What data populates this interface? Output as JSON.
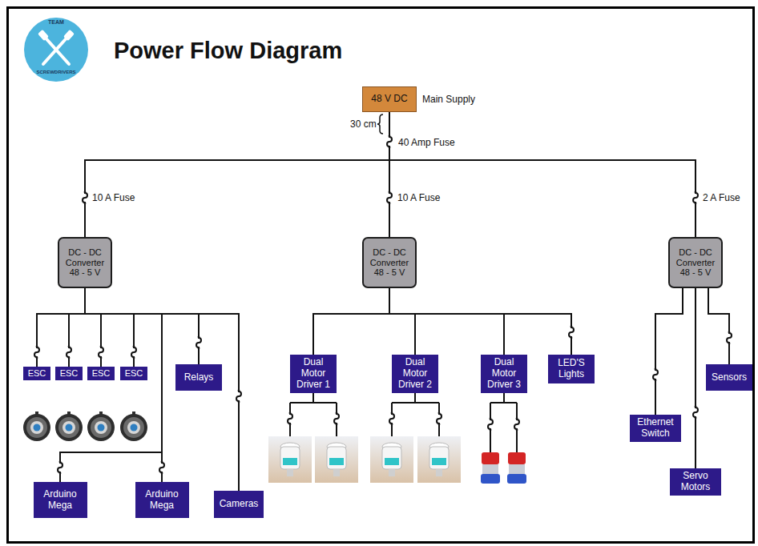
{
  "diagram": {
    "title": "Power Flow Diagram",
    "nodes": [
      {
        "text": [
          "48 V DC"
        ]
      },
      {
        "text": [
          "DC - DC Converter 48 - 5 V"
        ]
      },
      {
        "text": [
          "DC - DC Converter 48 - 5 V"
        ]
      },
      {
        "text": [
          "DC - DC Converter 48 - 5 V"
        ]
      },
      {
        "text": [
          "ESC"
        ]
      },
      {
        "text": [
          "ESC"
        ]
      },
      {
        "text": [
          "ESC"
        ]
      },
      {
        "text": [
          "ESC"
        ]
      },
      {
        "text": [
          "Relays"
        ]
      },
      {
        "text": [
          "Dual Motor Driver 1"
        ]
      },
      {
        "text": [
          "Dual Motor Driver 2"
        ]
      },
      {
        "text": [
          "Dual Motor Driver 3"
        ]
      },
      {
        "text": [
          "LED'S Lights"
        ]
      },
      {
        "text": [
          "Sensors"
        ]
      },
      {
        "text": [
          "Ethernet Switch"
        ]
      },
      {
        "text": [
          "Arduino Mega"
        ]
      },
      {
        "text": [
          "Arduino Mega"
        ]
      },
      {
        "text": [
          "Servo Motors"
        ]
      },
      {
        "text": [
          "Cameras"
        ]
      }
    ],
    "edges": [
      {
        "from": 0,
        "to": 1,
        "arrow": "none"
      },
      {
        "from": 0,
        "to": 2,
        "arrow": "none"
      },
      {
        "from": 0,
        "to": 3,
        "arrow": "none"
      },
      {
        "from": 1,
        "to": 4,
        "arrow": "none"
      },
      {
        "from": 1,
        "to": 5,
        "arrow": "none"
      },
      {
        "from": 1,
        "to": 6,
        "arrow": "none"
      },
      {
        "from": 1,
        "to": 7,
        "arrow": "none"
      },
      {
        "from": 1,
        "to": 8,
        "arrow": "none"
      },
      {
        "from": 1,
        "to": 15,
        "arrow": "none"
      },
      {
        "from": 1,
        "to": 16,
        "arrow": "none"
      },
      {
        "from": 1,
        "to": 18,
        "arrow": "none"
      },
      {
        "from": 2,
        "to": 9,
        "arrow": "none"
      },
      {
        "from": 2,
        "to": 10,
        "arrow": "none"
      },
      {
        "from": 2,
        "to": 11,
        "arrow": "none"
      },
      {
        "from": 2,
        "to": 12,
        "arrow": "none"
      },
      {
        "from": 3,
        "to": 14,
        "arrow": "none"
      },
      {
        "from": 3,
        "to": 17,
        "arrow": "none"
      },
      {
        "from": 3,
        "to": 13,
        "arrow": "none"
      }
    ],
    "labels": [
      "Main Supply",
      "30 cm",
      "40 Amp Fuse",
      "10 A Fuse",
      "10 A Fuse",
      "2 A Fuse",
      "TEAM",
      "SCREWDRIVERS"
    ]
  }
}
